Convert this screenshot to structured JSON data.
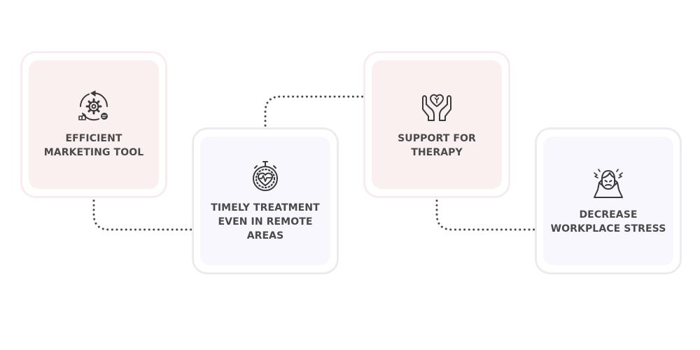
{
  "cards": [
    {
      "label": "EFFICIENT MARKETING TOOL",
      "icon": "gear-marketing-icon",
      "theme": "pink"
    },
    {
      "label": "TIMELY TREATMENT EVEN IN REMOTE AREAS",
      "icon": "stopwatch-heart-icon",
      "theme": "lavender"
    },
    {
      "label": "SUPPORT FOR THERAPY",
      "icon": "hands-heart-icon",
      "theme": "pink"
    },
    {
      "label": "DECREASE WORKPLACE STRESS",
      "icon": "stressed-person-icon",
      "theme": "lavender"
    }
  ],
  "colors": {
    "pink_card": "#fbf0f0",
    "lavender_card": "#f8f7fd",
    "text": "#4a4a4a",
    "connector": "#4a4a4a"
  }
}
